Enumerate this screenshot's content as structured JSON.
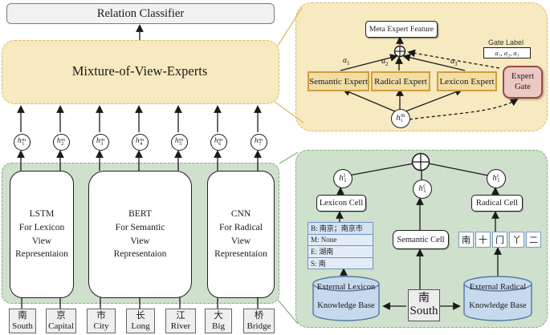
{
  "figure": {
    "relation_classifier": "Relation Classifier",
    "move_label": "Mixture-of-View-Experts"
  },
  "m_nodes": [
    {
      "base": "h",
      "sub": "1",
      "sup": "m"
    },
    {
      "base": "h",
      "sub": "2",
      "sup": "m"
    },
    {
      "base": "h",
      "sub": "3",
      "sup": "m"
    },
    {
      "base": "h",
      "sub": "4",
      "sup": "m"
    },
    {
      "base": "h",
      "sub": "5",
      "sup": "m"
    },
    {
      "base": "h",
      "sub": "6",
      "sup": "m"
    },
    {
      "base": "h",
      "sub": "7",
      "sup": "m"
    }
  ],
  "encoders": [
    {
      "l1": "LSTM",
      "l2": "For Lexicon",
      "l3": "View",
      "l4": "Representaion"
    },
    {
      "l1": "BERT",
      "l2": "For Semantic",
      "l3": "View",
      "l4": "Representaion"
    },
    {
      "l1": "CNN",
      "l2": "For Radical",
      "l3": "View",
      "l4": "Representaion"
    }
  ],
  "tokens": [
    {
      "zh": "南",
      "en": "South"
    },
    {
      "zh": "京",
      "en": "Capital"
    },
    {
      "zh": "市",
      "en": "City"
    },
    {
      "zh": "长",
      "en": "Long"
    },
    {
      "zh": "江",
      "en": "River"
    },
    {
      "zh": "大",
      "en": "Big"
    },
    {
      "zh": "桥",
      "en": "Bridge"
    }
  ],
  "expert_panel": {
    "meta_feature": "Meta Expert Feature",
    "experts": [
      "Semantic Expert",
      "Radical Expert",
      "Lexicon Expert"
    ],
    "weights": [
      {
        "base": "a",
        "sub": "1"
      },
      {
        "base": "a",
        "sub": "2"
      },
      {
        "base": "a",
        "sub": "3"
      }
    ],
    "gate": {
      "l1": "Expert",
      "l2": "Gate"
    },
    "gate_label": {
      "title": "Gate Label",
      "value": "a₁, a₂, a₃"
    },
    "input_node": {
      "base": "h",
      "sub": "i",
      "sup": "m"
    }
  },
  "cell_panel": {
    "nodes": {
      "lexicon": {
        "base": "h",
        "sub": "1",
        "sup": "l"
      },
      "semantic": {
        "base": "h",
        "sub": "1",
        "sup": "c"
      },
      "radical": {
        "base": "h",
        "sub": "1",
        "sup": "r"
      }
    },
    "cells": {
      "lexicon": "Lexicon Cell",
      "semantic": "Semantic Cell",
      "radical": "Radical Cell"
    },
    "lexicon_table": [
      "B: 南京；南京市",
      "M: None",
      "E: 湖南",
      "S: 南"
    ],
    "radicals": [
      "南",
      "十",
      "门",
      "丫",
      "二"
    ],
    "kb_lexicon": {
      "l1": "External Lexicon",
      "l2": "Knowledge Base"
    },
    "kb_radical": {
      "l1": "External Radical",
      "l2": "Knowledge Base"
    },
    "input_token": {
      "zh": "南",
      "en": "South"
    }
  },
  "colors": {
    "panel_yellow": "#f7e9c0",
    "panel_yellow_border": "#dbb863",
    "panel_green": "#cfe0cc",
    "panel_green_border": "#84ac84",
    "expert_fill": "#f2dda4",
    "expert_border": "#cf9e3d",
    "gate_fill": "#edc9c3",
    "gate_border": "#9c4b41",
    "kb_fill": "#c7d9ee",
    "kb_border": "#56789f",
    "table_fill": "#e2ecf7",
    "table_border": "#6f94bd"
  }
}
